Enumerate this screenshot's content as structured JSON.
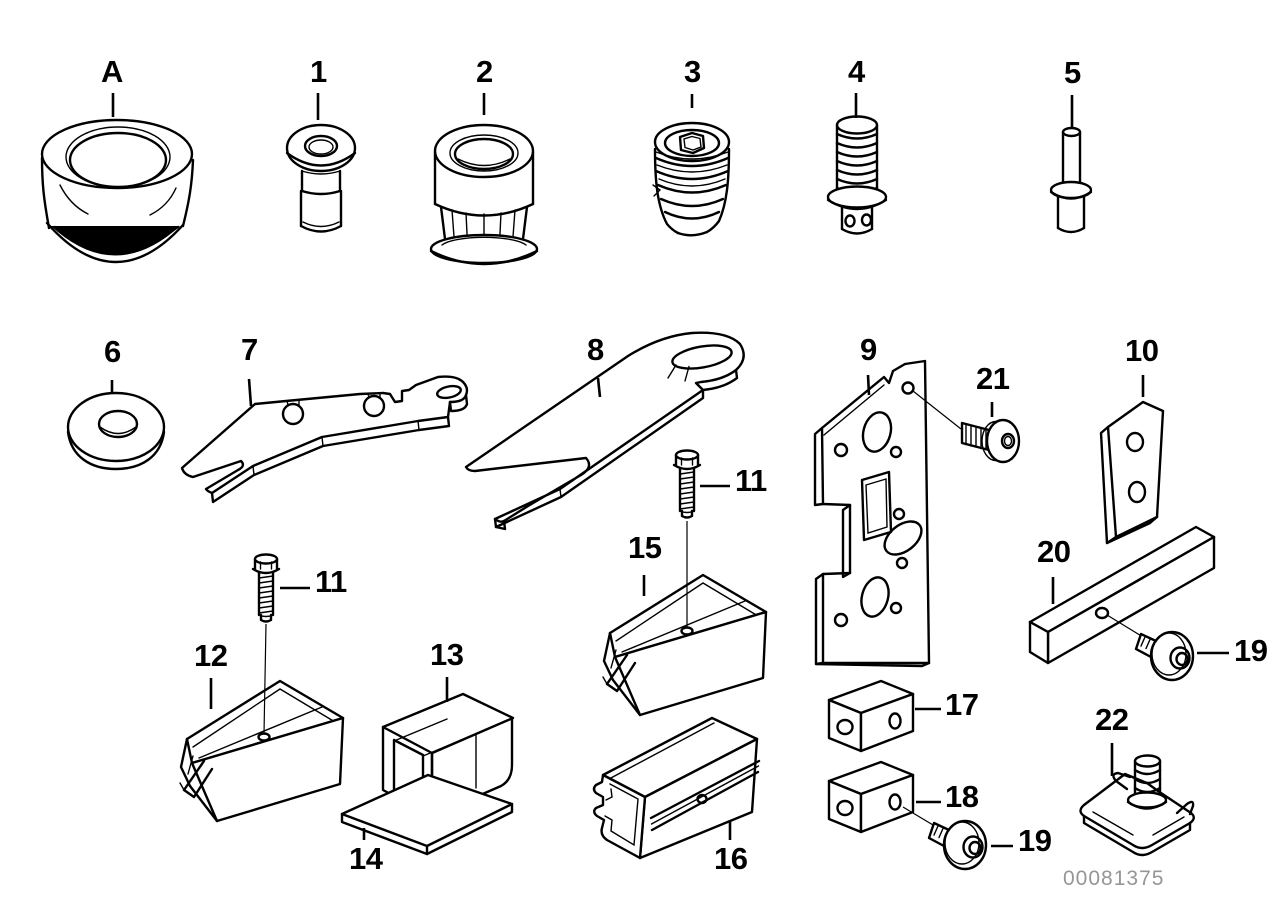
{
  "diagram": {
    "background_color": "#ffffff",
    "line_color": "#000000",
    "watermark": {
      "text": "00081375",
      "color": "#969696"
    },
    "callouts": {
      "a": "A",
      "c1": "1",
      "c2": "2",
      "c3": "3",
      "c4": "4",
      "c5": "5",
      "c6": "6",
      "c7": "7",
      "c8": "8",
      "c9": "9",
      "c10": "10",
      "c11_top": "11",
      "c11_bottom": "11",
      "c12": "12",
      "c13": "13",
      "c14": "14",
      "c15": "15",
      "c16": "16",
      "c17": "17",
      "c18": "18",
      "c19_right": "19",
      "c19_bottom": "19",
      "c20": "20",
      "c21": "21",
      "c22": "22"
    }
  }
}
